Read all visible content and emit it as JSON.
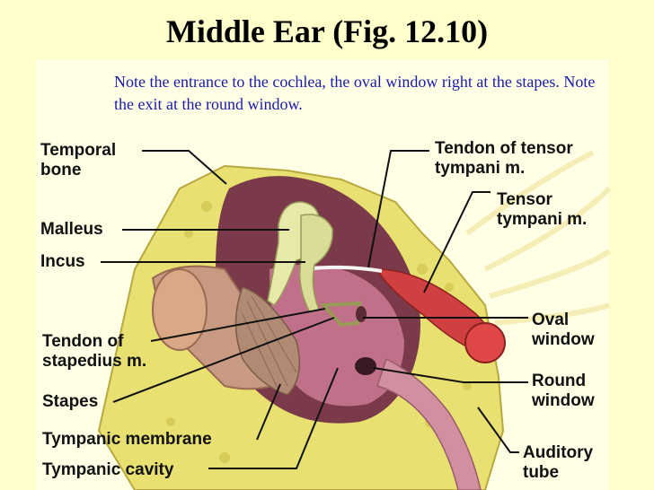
{
  "title": "Middle Ear (Fig. 12.10)",
  "note": "Note the entrance to the cochlea, the oval window right at the stapes.  Note the exit at the round window.",
  "labels": {
    "temporal_bone_1": "Temporal",
    "temporal_bone_2": "bone",
    "malleus": "Malleus",
    "incus": "Incus",
    "tendon_stapedius_1": "Tendon of",
    "tendon_stapedius_2": "stapedius m.",
    "stapes": "Stapes",
    "tympanic_membrane": "Tympanic membrane",
    "tympanic_cavity": "Tympanic cavity",
    "tendon_tensor_1": "Tendon of tensor",
    "tendon_tensor_2": "tympani m.",
    "tensor_tympani_1": "Tensor",
    "tensor_tympani_2": "tympani m.",
    "oval_window_1": "Oval",
    "oval_window_2": "window",
    "round_window_1": "Round",
    "round_window_2": "window",
    "auditory_tube_1": "Auditory",
    "auditory_tube_2": "tube"
  },
  "colors": {
    "background": "#ffffcc",
    "bone": "#e8e070",
    "cavity": "#7a3a4a",
    "membrane": "#c89a82",
    "muscle": "#d04040",
    "ossicle": "#e6e9a8",
    "note_text": "#1a1aaa"
  }
}
